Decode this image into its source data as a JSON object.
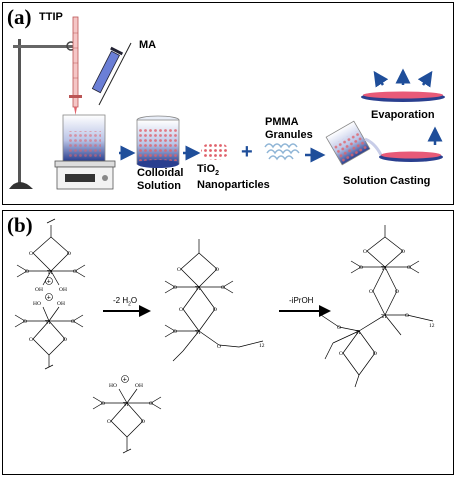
{
  "panel_a": {
    "label": "(a)",
    "ttip": "TTIP",
    "ma": "MA",
    "colloidal_line1": "Colloidal",
    "colloidal_line2": "Solution",
    "tio2_prefix": "TiO",
    "tio2_sub": "2",
    "nanoparticles": "Nanoparticles",
    "plus": "+",
    "pmma_line1": "PMMA",
    "pmma_line2": "Granules",
    "evaporation": "Evaporation",
    "solution_casting": "Solution Casting"
  },
  "panel_b": {
    "label": "(b)",
    "step1": "-2 H",
    "step1_sub": "2",
    "step1_suffix": "O",
    "step2": "-iPrOH",
    "atoms": {
      "ti": "Ti",
      "o": "O",
      "oh": "OH",
      "ho": "HO",
      "oh2": "OH",
      "oh2_sub": "2",
      "plus": "+",
      "n": "12"
    }
  },
  "colors": {
    "arrow_blue": "#1f4e9a",
    "beaker_blue": "#2a3f8f",
    "particle_red": "#e0616a",
    "pmma_blue": "#8fb5d6",
    "film_pink": "#e85a78"
  }
}
